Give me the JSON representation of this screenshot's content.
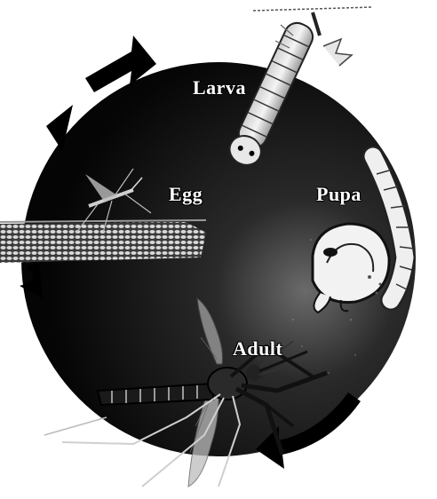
{
  "diagram": {
    "stages": {
      "larva": "Larva",
      "egg": "Egg",
      "pupa": "Pupa",
      "adult": "Adult"
    },
    "colors": {
      "cycle_fill": "#111111",
      "background": "#ffffff",
      "label_text": "#ffffff",
      "water_pattern": "#cfcfcf"
    }
  }
}
